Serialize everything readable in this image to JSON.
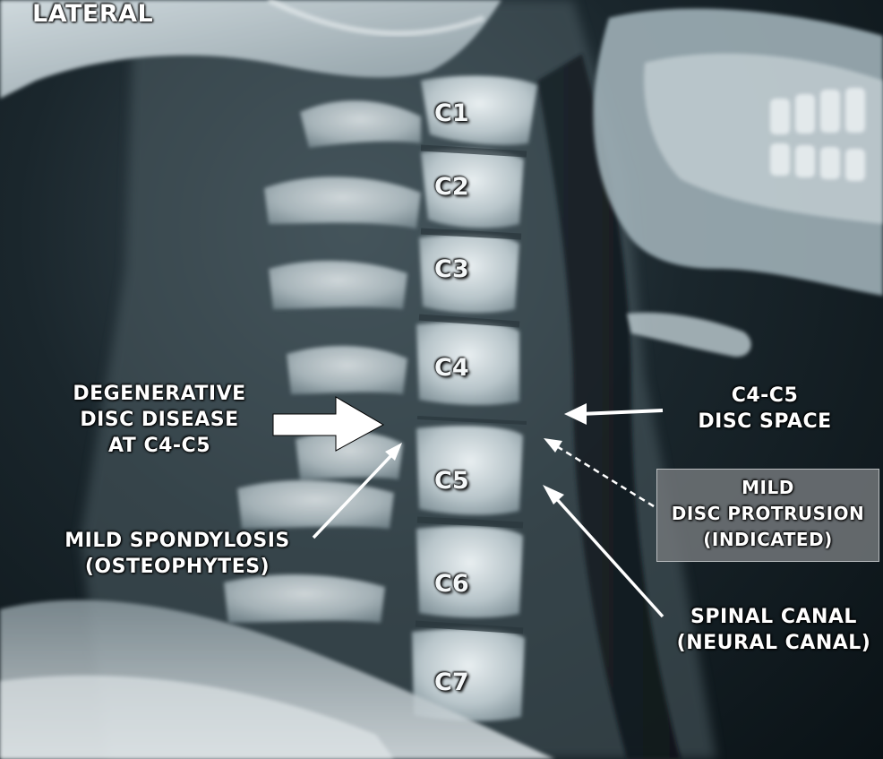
{
  "title": "LATERAL",
  "vertebrae": [
    "C1",
    "C2",
    "C3",
    "C4",
    "C5",
    "C6",
    "C7"
  ],
  "annotations": {
    "degenerative": [
      "DEGENERATIVE",
      "DISC DISEASE",
      "AT C4-C5"
    ],
    "spondylosis": [
      "MILD SPONDYLOSIS",
      "(OSTEOPHYTES)"
    ],
    "disc_space": [
      "C4-C5",
      "DISC SPACE"
    ],
    "protrusion": [
      "MILD",
      "DISC PROTRUSION",
      "(INDICATED)"
    ],
    "canal": [
      "SPINAL CANAL",
      "(NEURAL CANAL)"
    ]
  },
  "colors": {
    "bone": "#d9e2e6",
    "label": "#ffffff",
    "box": "#6e7376",
    "background": "#0b1418"
  }
}
